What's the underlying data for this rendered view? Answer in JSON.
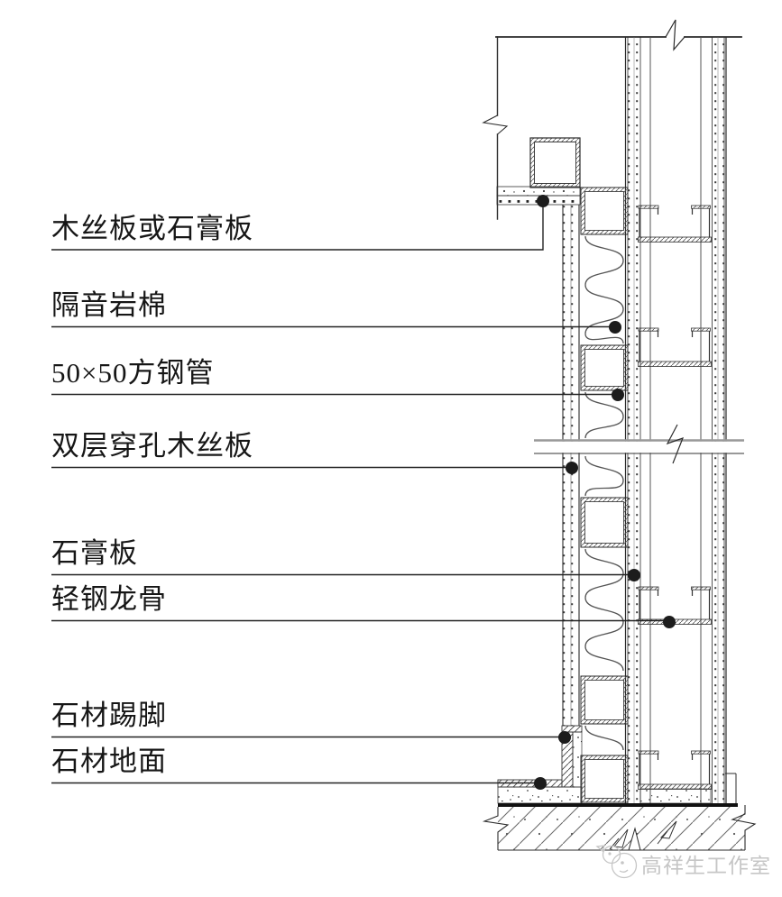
{
  "drawing": {
    "title_labels": [
      {
        "text": "木丝板或石膏板"
      },
      {
        "text": "隔音岩棉"
      },
      {
        "text": "50×50方钢管"
      },
      {
        "text": "双层穿孔木丝板"
      },
      {
        "text": "石膏板"
      },
      {
        "text": "轻钢龙骨"
      },
      {
        "text": "石材踢脚"
      },
      {
        "text": "石材地面"
      }
    ],
    "watermark": {
      "text": "高祥生工作室"
    },
    "colors": {
      "line": "#2b2b2b",
      "slab_line": "#111111",
      "watermark": "#c6c6c6",
      "background": "#ffffff"
    }
  }
}
